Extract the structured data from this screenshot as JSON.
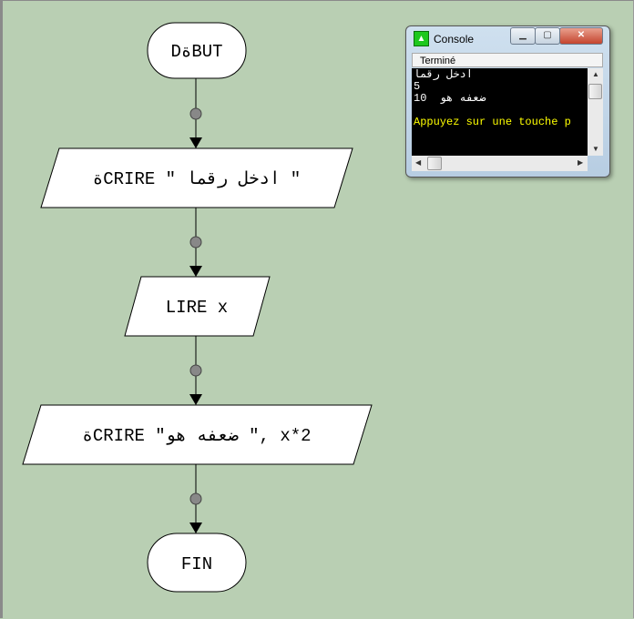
{
  "flowchart": {
    "start_label": "DةBUT",
    "write1_label": "ةCRIRE \" ادخل رقما \"",
    "read_label": "LIRE x",
    "write2_label": "ةCRIRE \"ضعفه هو \", x*2",
    "end_label": "FIN"
  },
  "console": {
    "title": "Console",
    "status": "Terminé",
    "lines": [
      "ادخل رقما",
      "5",
      "10  ضعفه هو",
      "",
      "Appuyez sur une touche p"
    ],
    "prompt_color": "#ffff00"
  },
  "colors": {
    "background": "#b9cfb3"
  }
}
